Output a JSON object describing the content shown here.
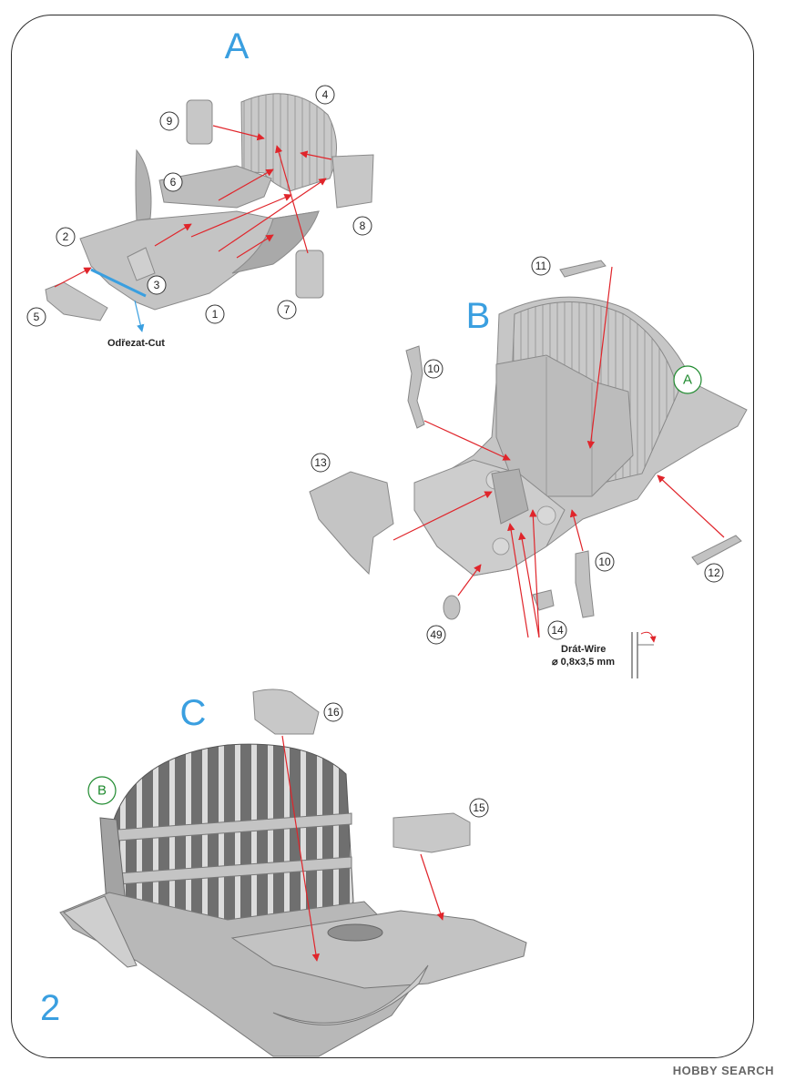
{
  "sections": {
    "a": "A",
    "b": "B",
    "c": "C"
  },
  "sub_refs": {
    "a_in_b": "A",
    "b_in_c": "B"
  },
  "page_number": "2",
  "cut_label": "Odřezat-Cut",
  "wire": {
    "label": "Drát-Wire",
    "size": "⌀ 0,8x3,5 mm"
  },
  "parts": {
    "p1": "1",
    "p2": "2",
    "p3": "3",
    "p4": "4",
    "p5": "5",
    "p6": "6",
    "p7": "7",
    "p8": "8",
    "p9": "9",
    "p10a": "10",
    "p10b": "10",
    "p11": "11",
    "p12": "12",
    "p13": "13",
    "p14": "14",
    "p15": "15",
    "p16": "16",
    "p49": "49"
  },
  "watermark": "HOBBY SEARCH",
  "colors": {
    "accent": "#3a9fe0",
    "arrow": "#e0252b",
    "sub_ref": "#1e8a2e",
    "part": "#c4c4c4"
  }
}
